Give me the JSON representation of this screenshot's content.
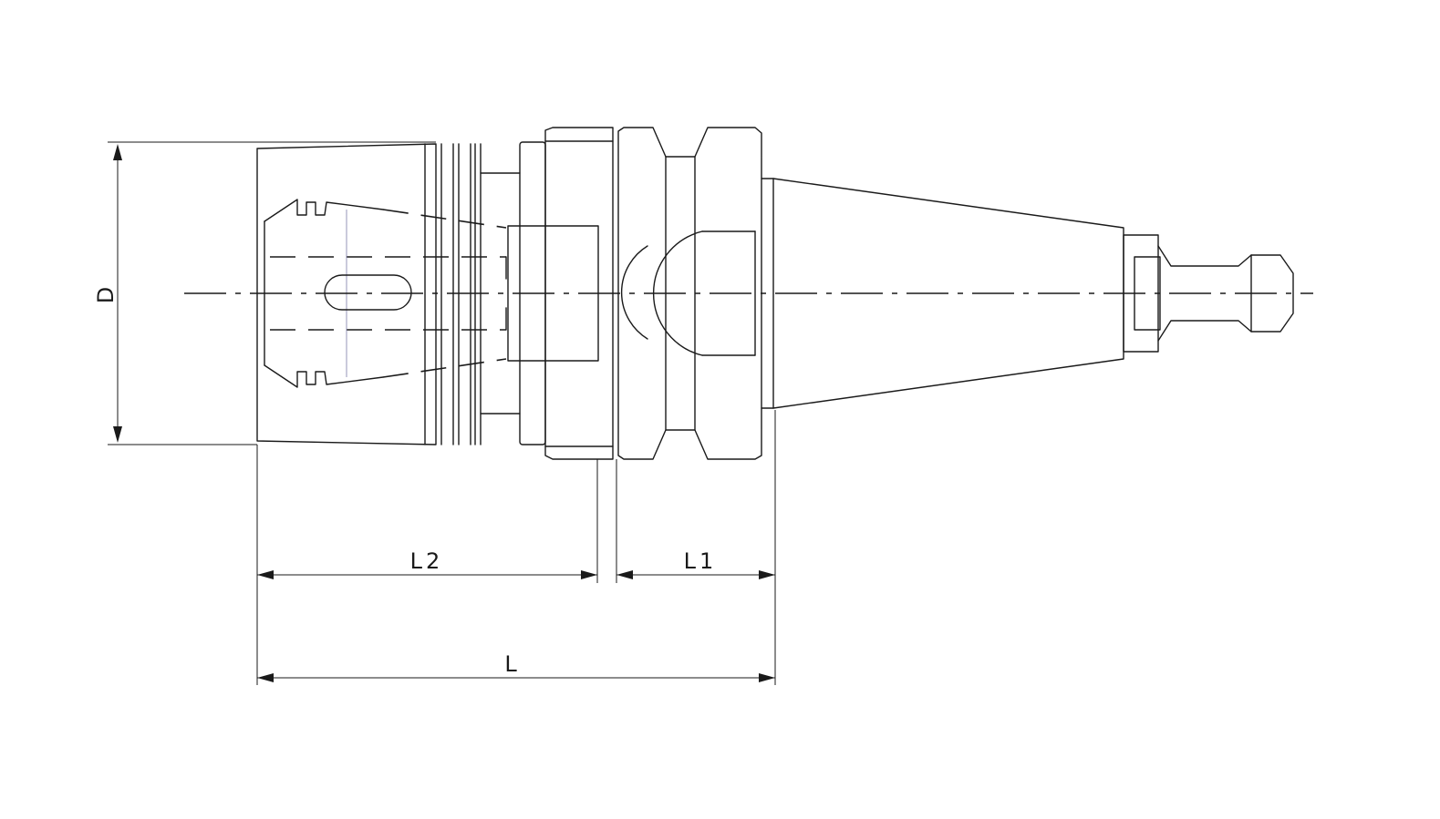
{
  "drawing": {
    "dimensions": {
      "diameter": "D",
      "length_collet_side": "L2",
      "length_flange": "L1",
      "overall_length": "L"
    }
  }
}
